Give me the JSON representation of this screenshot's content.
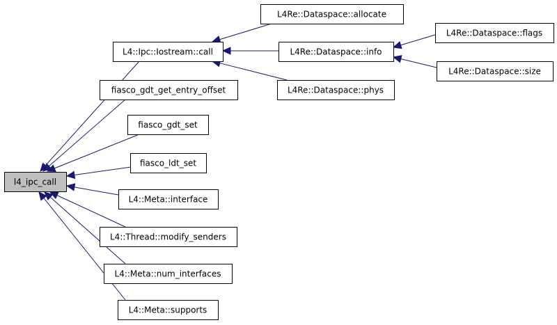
{
  "colors": {
    "edge": "#191970",
    "node_fill": "#ffffff",
    "focus_fill": "#bfbfbf",
    "border": "#000000"
  },
  "nodes": [
    {
      "id": "l4_ipc_call",
      "label": "l4_ipc_call",
      "focus": true
    },
    {
      "id": "iostream_call",
      "label": "L4::Ipc::Iostream::call"
    },
    {
      "id": "gdt_get_entry_offset",
      "label": "fiasco_gdt_get_entry_offset"
    },
    {
      "id": "gdt_set",
      "label": "fiasco_gdt_set"
    },
    {
      "id": "ldt_set",
      "label": "fiasco_ldt_set"
    },
    {
      "id": "meta_interface",
      "label": "L4::Meta::interface"
    },
    {
      "id": "thread_modify_senders",
      "label": "L4::Thread::modify_senders"
    },
    {
      "id": "meta_num_interfaces",
      "label": "L4::Meta::num_interfaces"
    },
    {
      "id": "meta_supports",
      "label": "L4::Meta::supports"
    },
    {
      "id": "ds_allocate",
      "label": "L4Re::Dataspace::allocate"
    },
    {
      "id": "ds_info",
      "label": "L4Re::Dataspace::info"
    },
    {
      "id": "ds_phys",
      "label": "L4Re::Dataspace::phys"
    },
    {
      "id": "ds_flags",
      "label": "L4Re::Dataspace::flags"
    },
    {
      "id": "ds_size",
      "label": "L4Re::Dataspace::size"
    }
  ],
  "edges": [
    {
      "from": "iostream_call",
      "to": "l4_ipc_call"
    },
    {
      "from": "gdt_get_entry_offset",
      "to": "l4_ipc_call"
    },
    {
      "from": "gdt_set",
      "to": "l4_ipc_call"
    },
    {
      "from": "ldt_set",
      "to": "l4_ipc_call"
    },
    {
      "from": "meta_interface",
      "to": "l4_ipc_call"
    },
    {
      "from": "thread_modify_senders",
      "to": "l4_ipc_call"
    },
    {
      "from": "meta_num_interfaces",
      "to": "l4_ipc_call"
    },
    {
      "from": "meta_supports",
      "to": "l4_ipc_call"
    },
    {
      "from": "ds_allocate",
      "to": "iostream_call"
    },
    {
      "from": "ds_info",
      "to": "iostream_call"
    },
    {
      "from": "ds_phys",
      "to": "iostream_call"
    },
    {
      "from": "ds_flags",
      "to": "ds_info"
    },
    {
      "from": "ds_size",
      "to": "ds_info"
    }
  ]
}
